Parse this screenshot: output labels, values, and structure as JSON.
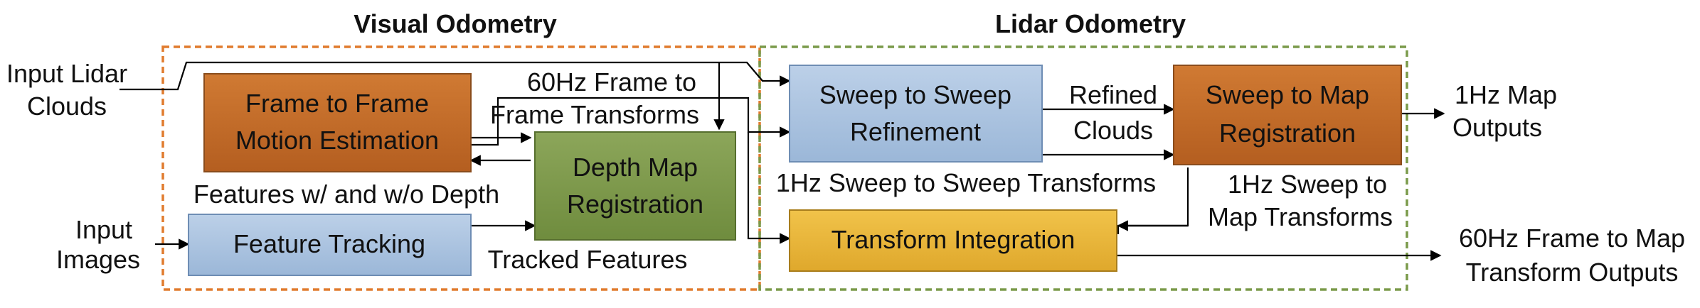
{
  "groups": {
    "visual_title": "Visual Odometry",
    "lidar_title": "Lidar Odometry"
  },
  "inputs": {
    "lidar_line1": "Input Lidar",
    "lidar_line2": "Clouds",
    "images_line1": "Input",
    "images_line2": "Images"
  },
  "boxes": {
    "frame_line1": "Frame to Frame",
    "frame_line2": "Motion Estimation",
    "depth_line1": "Depth Map",
    "depth_line2": "Registration",
    "tracking": "Feature Tracking",
    "s2s_line1": "Sweep to Sweep",
    "s2s_line2": "Refinement",
    "s2m_line1": "Sweep to Map",
    "s2m_line2": "Registration",
    "integration": "Transform Integration"
  },
  "edge_labels": {
    "f2f_line1": "60Hz Frame to",
    "f2f_line2": "Frame Transforms",
    "features_depth": "Features w/ and w/o Depth",
    "tracked": "Tracked Features",
    "refined_line1": "Refined",
    "refined_line2": "Clouds",
    "s2s_transforms": "1Hz Sweep to Sweep Transforms",
    "s2m_line1": "1Hz Sweep to",
    "s2m_line2": "Map Transforms"
  },
  "outputs": {
    "map_line1": "1Hz Map",
    "map_line2": "Outputs",
    "transform_line1": "60Hz Frame to Map",
    "transform_line2": "Transform Outputs"
  },
  "colors": {
    "visual_border": "#E07B2E",
    "lidar_border": "#7A9A4A",
    "orange_box": "#C56A28",
    "green_box": "#7F9A4A",
    "blue_box": "#A9C2DE",
    "yellow_box": "#E8B73A"
  }
}
